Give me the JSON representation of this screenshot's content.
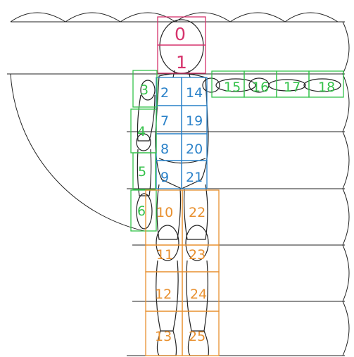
{
  "colors": {
    "head": "#d6336c",
    "torso": "#2b82c9",
    "arm": "#34c24a",
    "leg": "#e8902f",
    "line": "#222222"
  },
  "segments": {
    "head": [
      "0",
      "1"
    ],
    "torso_left": [
      "2",
      "7",
      "8",
      "9"
    ],
    "torso_right": [
      "14",
      "19",
      "20",
      "21"
    ],
    "left_arm": [
      "3",
      "4",
      "5",
      "6"
    ],
    "right_arm": [
      "15",
      "16",
      "17",
      "18"
    ],
    "left_leg": [
      "10",
      "11",
      "12",
      "13"
    ],
    "right_leg": [
      "22",
      "23",
      "24",
      "25"
    ]
  }
}
